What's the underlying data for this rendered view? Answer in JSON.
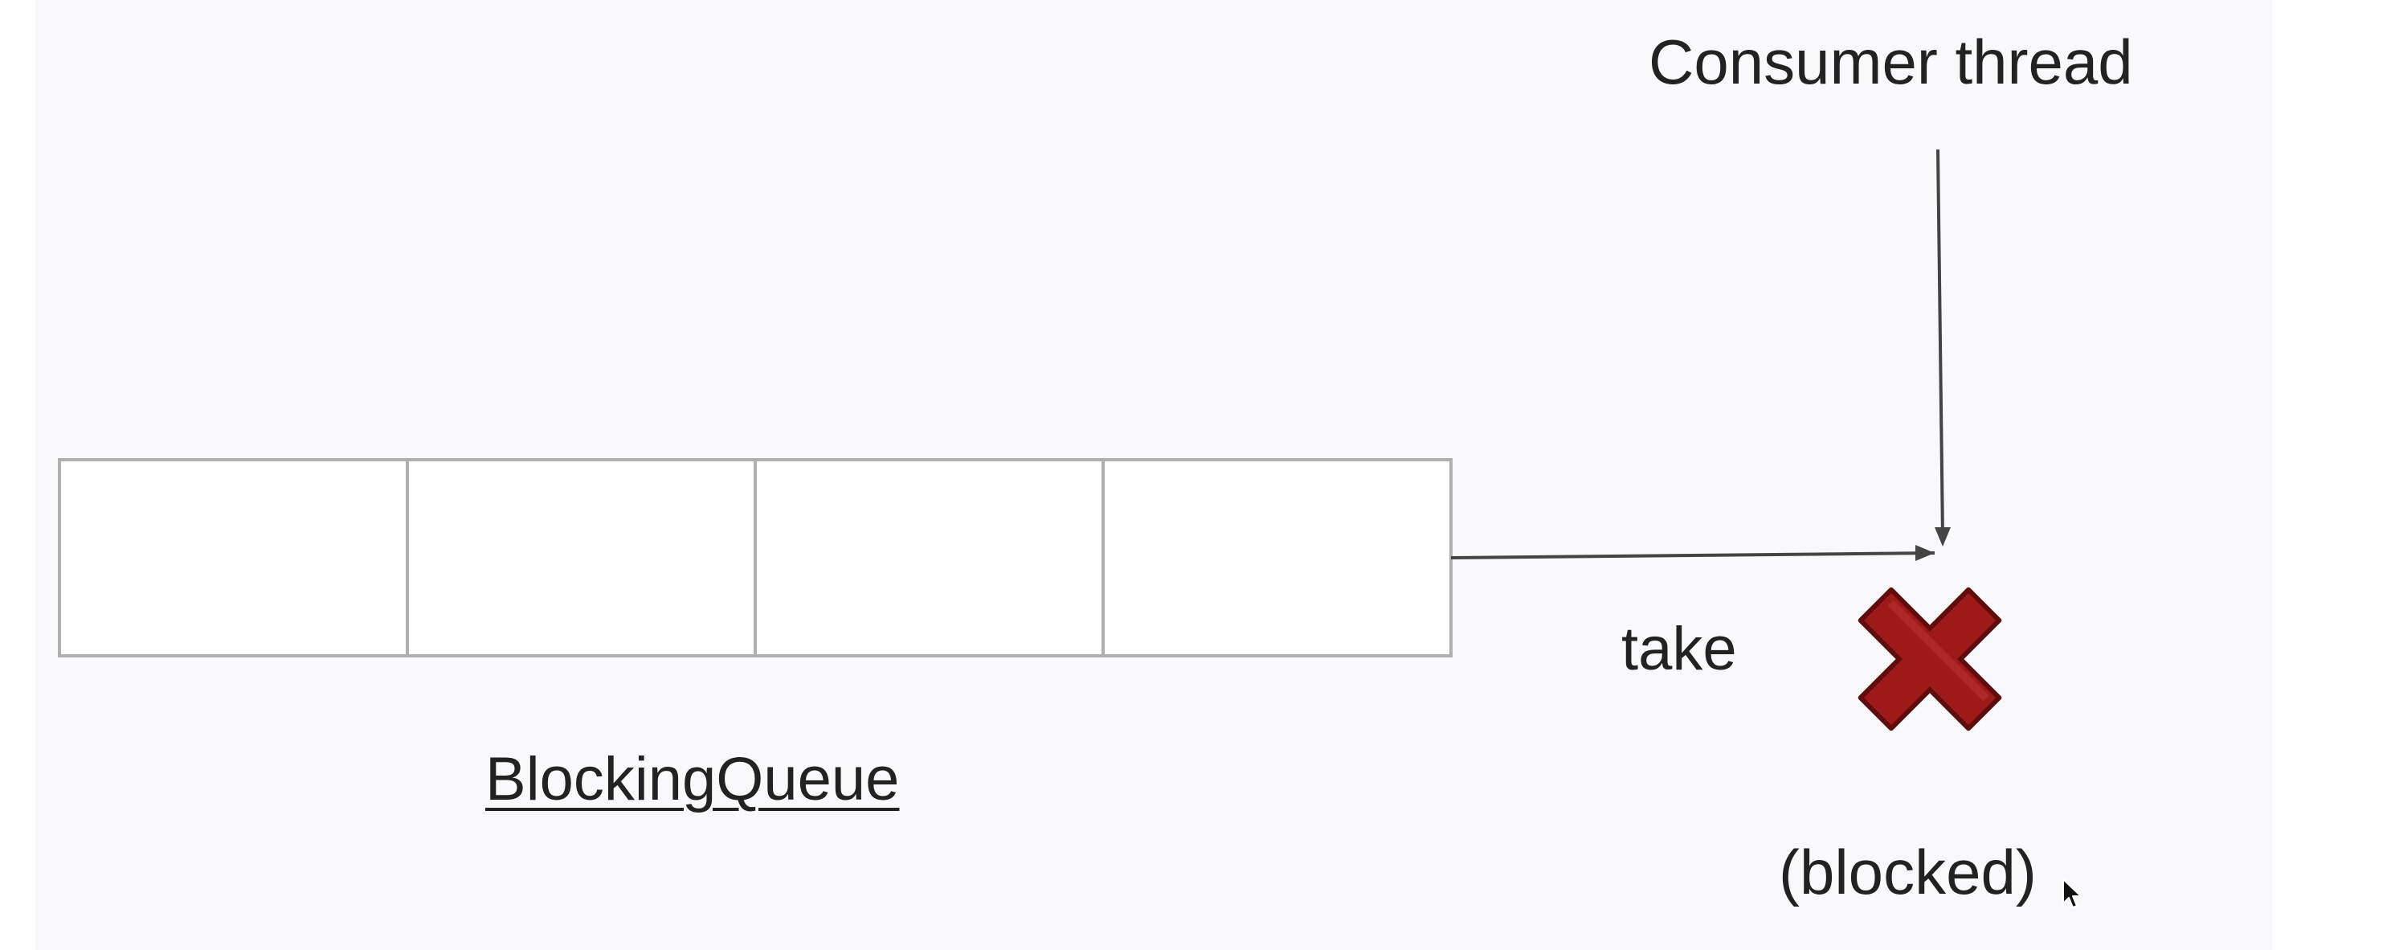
{
  "diagram": {
    "consumer_label": "Consumer thread",
    "operation_label": "take",
    "queue_label": "BlockingQueue",
    "status_label": "(blocked)",
    "queue_slot_count": 4,
    "queue_filled_slots": 0,
    "blocked_icon": "x-mark-icon",
    "colors": {
      "background": "#f9f9fb",
      "queue_border": "#b0b0b0",
      "arrow": "#444444",
      "text": "#222222",
      "blocked_mark": "#9e1a1a",
      "blocked_mark_outline": "#5e0c0c"
    }
  }
}
